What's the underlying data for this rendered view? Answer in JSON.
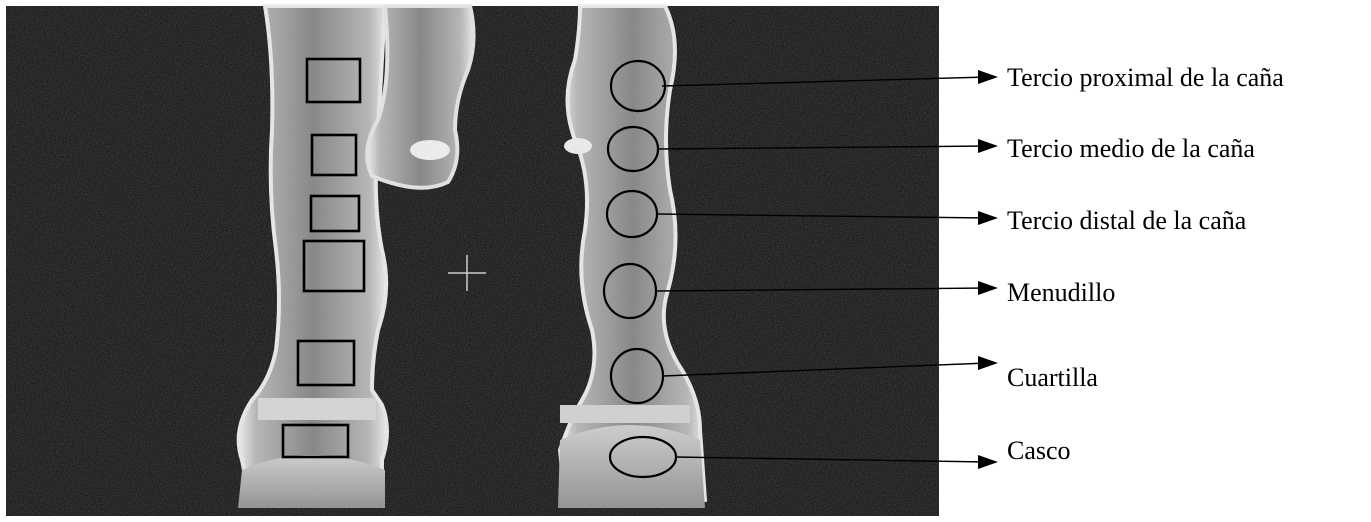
{
  "figure": {
    "labels": [
      {
        "text": "Tercio proximal de la caña"
      },
      {
        "text": "Tercio medio de la caña"
      },
      {
        "text": "Tercio distal de la caña"
      },
      {
        "text": "Menudillo"
      },
      {
        "text": "Cuartilla"
      },
      {
        "text": "Casco"
      }
    ]
  },
  "colors": {
    "thermal_background": "#0a0a0a",
    "limb_fill": "#8a8a8a",
    "limb_highlight": "#e6e6e6",
    "roi_stroke": "#000000"
  }
}
